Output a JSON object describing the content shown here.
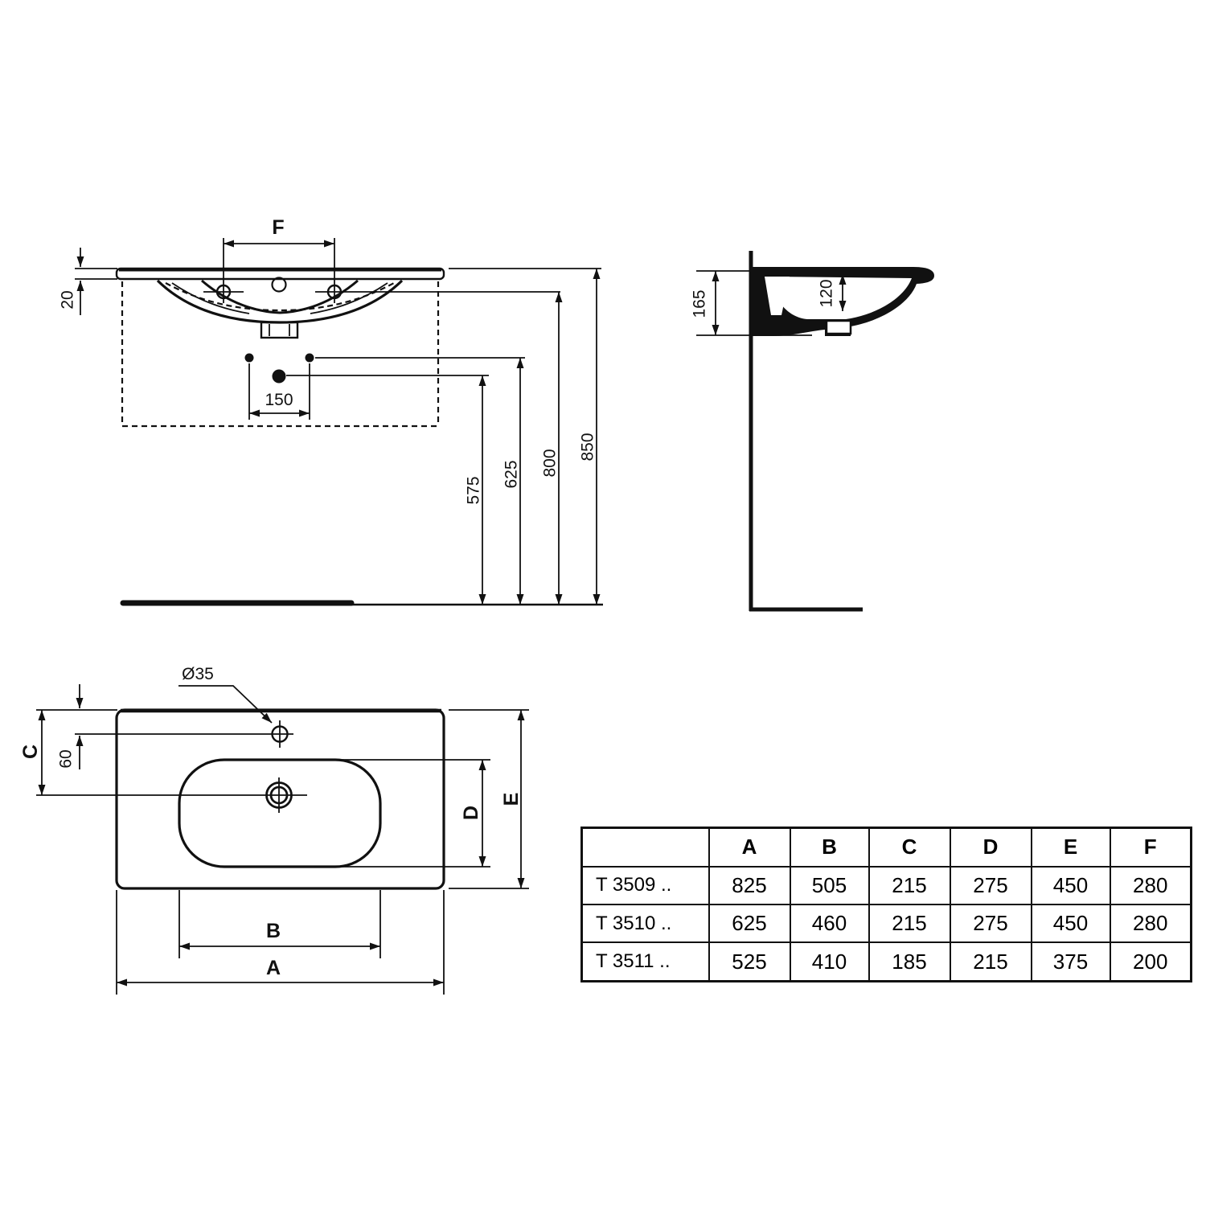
{
  "front_view": {
    "labels": {
      "tap_spacing": "F",
      "slab_thickness": "20",
      "fixing_spacing": "150",
      "height_siphon": "575",
      "height_fixing": "625",
      "height_tap_line": "800",
      "height_rim": "850"
    }
  },
  "side_view": {
    "labels": {
      "total_height": "165",
      "bowl_depth": "120"
    }
  },
  "top_view": {
    "labels": {
      "tap_hole_diameter": "Ø35",
      "c": "C",
      "tap_offset": "60",
      "d": "D",
      "e": "E",
      "b": "B",
      "a": "A"
    }
  },
  "table": {
    "headers": [
      "A",
      "B",
      "C",
      "D",
      "E",
      "F"
    ],
    "rows": [
      {
        "label": "T 3509 ..",
        "values": [
          "825",
          "505",
          "215",
          "275",
          "450",
          "280"
        ]
      },
      {
        "label": "T 3510 ..",
        "values": [
          "625",
          "460",
          "215",
          "275",
          "450",
          "280"
        ]
      },
      {
        "label": "T 3511 ..",
        "values": [
          "525",
          "410",
          "185",
          "215",
          "375",
          "200"
        ]
      }
    ]
  },
  "colors": {
    "line": "#111111",
    "background": "#ffffff"
  }
}
